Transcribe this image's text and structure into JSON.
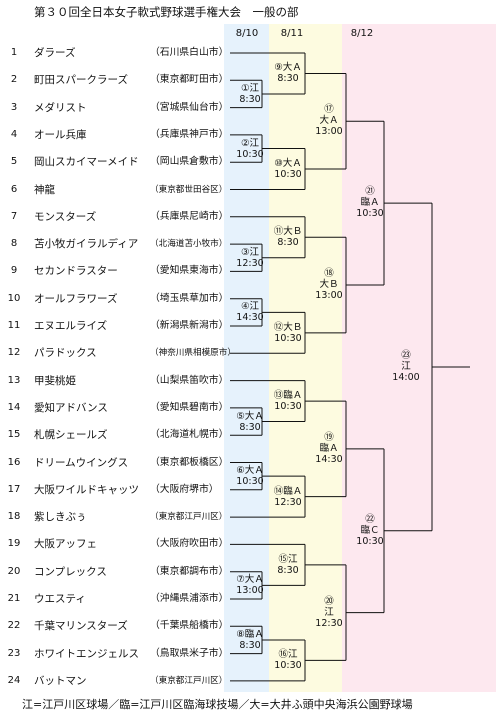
{
  "title": "第３０回全日本女子軟式野球選手権大会　一般の部",
  "dates": [
    "8/10",
    "8/11",
    "8/12"
  ],
  "colors": {
    "day1": "#e6f2fc",
    "day2": "#fdfbe0",
    "day3": "#fde8ef",
    "line": "#111111"
  },
  "teams": [
    {
      "no": "1",
      "name": "ダラーズ",
      "pref": "（石川県白山市）"
    },
    {
      "no": "2",
      "name": "町田スパークラーズ",
      "pref": "（東京都町田市）"
    },
    {
      "no": "3",
      "name": "メダリスト",
      "pref": "（宮城県仙台市）"
    },
    {
      "no": "4",
      "name": "オール兵庫",
      "pref": "（兵庫県神戸市）"
    },
    {
      "no": "5",
      "name": "岡山スカイマーメイド",
      "pref": "（岡山県倉敷市）"
    },
    {
      "no": "6",
      "name": "神龍",
      "pref": "（東京都世田谷区）"
    },
    {
      "no": "7",
      "name": "モンスターズ",
      "pref": "（兵庫県尼崎市）"
    },
    {
      "no": "8",
      "name": "苫小牧ガイラルディア",
      "pref": "（北海道苫小牧市）"
    },
    {
      "no": "9",
      "name": "セカンドラスター",
      "pref": "（愛知県東海市）"
    },
    {
      "no": "10",
      "name": "オールフラワーズ",
      "pref": "（埼玉県草加市）"
    },
    {
      "no": "11",
      "name": "エヌエルライズ",
      "pref": "（新潟県新潟市）"
    },
    {
      "no": "12",
      "name": "パラドックス",
      "pref": "（神奈川県相模原市）"
    },
    {
      "no": "13",
      "name": "甲斐桃姫",
      "pref": "（山梨県笛吹市）"
    },
    {
      "no": "14",
      "name": "愛知アドバンス",
      "pref": "（愛知県碧南市）"
    },
    {
      "no": "15",
      "name": "札幌シェールズ",
      "pref": "（北海道札幌市）"
    },
    {
      "no": "16",
      "name": "ドリームウイングス",
      "pref": "（東京都板橋区）"
    },
    {
      "no": "17",
      "name": "大阪ワイルドキャッツ",
      "pref": "（大阪府堺市）"
    },
    {
      "no": "18",
      "name": "紫しきぶぅ",
      "pref": "（東京都江戸川区）"
    },
    {
      "no": "19",
      "name": "大阪アッフェ",
      "pref": "（大阪府吹田市）"
    },
    {
      "no": "20",
      "name": "コンプレックス",
      "pref": "（東京都調布市）"
    },
    {
      "no": "21",
      "name": "ウエスティ",
      "pref": "（沖縄県浦添市）"
    },
    {
      "no": "22",
      "name": "千葉マリンスターズ",
      "pref": "（千葉県船橋市）"
    },
    {
      "no": "23",
      "name": "ホワイトエンジェルス",
      "pref": "（鳥取県米子市）"
    },
    {
      "no": "24",
      "name": "バットマン",
      "pref": "（東京都江戸川区）"
    }
  ],
  "matches": [
    {
      "label": "①江",
      "time": "8:30"
    },
    {
      "label": "②江",
      "time": "10:30"
    },
    {
      "label": "③江",
      "time": "12:30"
    },
    {
      "label": "④江",
      "time": "14:30"
    },
    {
      "label": "⑤大Ａ",
      "time": "8:30"
    },
    {
      "label": "⑥大Ａ",
      "time": "10:30"
    },
    {
      "label": "⑦大Ａ",
      "time": "13:00"
    },
    {
      "label": "⑧臨Ａ",
      "time": "8:30"
    },
    {
      "label": "⑨大Ａ",
      "time": "8:30"
    },
    {
      "label": "⑩大Ａ",
      "time": "10:30"
    },
    {
      "label": "⑪大Ｂ",
      "time": "8:30"
    },
    {
      "label": "⑫大Ｂ",
      "time": "10:30"
    },
    {
      "label": "⑬臨Ａ",
      "time": "10:30"
    },
    {
      "label": "⑭臨Ａ",
      "time": "12:30"
    },
    {
      "label": "⑮江",
      "time": "8:30"
    },
    {
      "label": "⑯江",
      "time": "10:30"
    },
    {
      "label": "⑰",
      "sub": "大Ａ",
      "time": "13:00"
    },
    {
      "label": "⑱",
      "sub": "大Ｂ",
      "time": "13:00"
    },
    {
      "label": "⑲",
      "sub": "臨Ａ",
      "time": "14:30"
    },
    {
      "label": "⑳",
      "sub": "江",
      "time": "12:30"
    },
    {
      "label": "㉑",
      "sub": "臨Ａ",
      "time": "10:30"
    },
    {
      "label": "㉒",
      "sub": "臨Ｃ",
      "time": "10:30"
    },
    {
      "label": "㉓",
      "sub": "江",
      "time": "14:00"
    }
  ],
  "footer": "江=江戸川区球場／臨=江戸川区臨海球技場／大=大井ふ頭中央海浜公園野球場"
}
